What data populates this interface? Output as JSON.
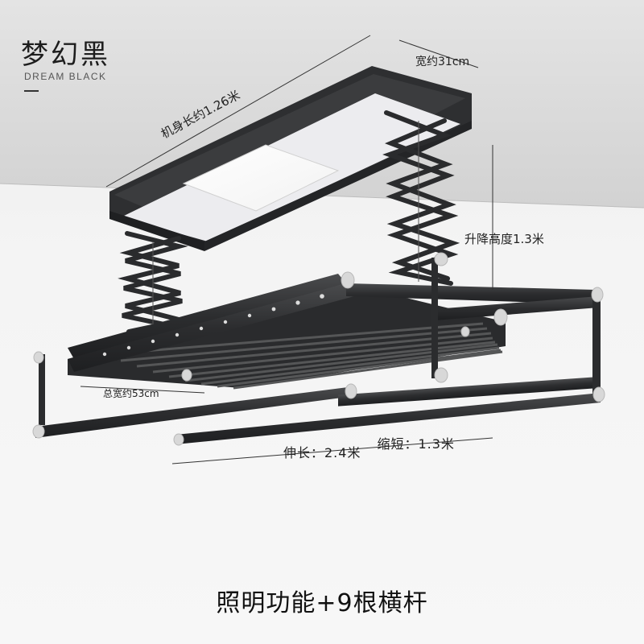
{
  "title": "梦幻黑",
  "subtitle": "DREAM BLACK",
  "dimensions": {
    "width": "宽约31cm",
    "length": "机身长约1.26米",
    "lift_height": "升降高度1.3米",
    "total_width": "总宽约53cm",
    "extend": "伸长：2.4米",
    "shrink": "缩短：1.3米"
  },
  "caption": "照明功能+9根横杆",
  "colors": {
    "frame": "#2f3032",
    "panel": "#eeeef0",
    "light": "#ffffff",
    "caps": "#dcdcdc"
  }
}
